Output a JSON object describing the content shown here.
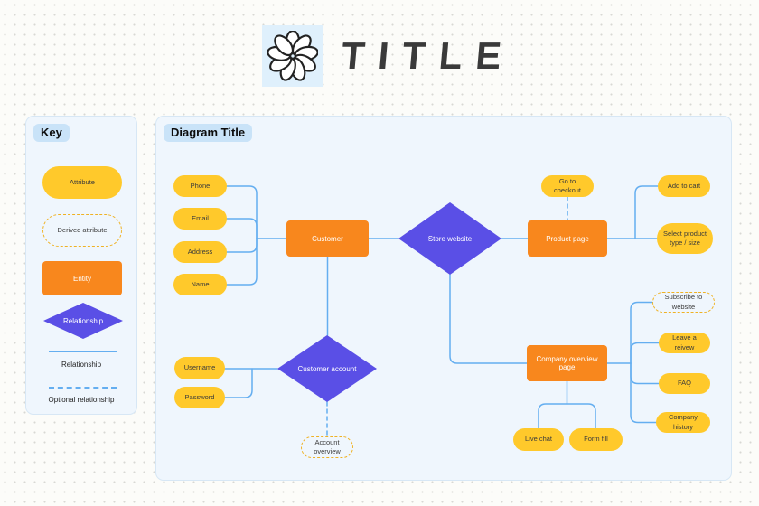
{
  "header": {
    "title": "TITLE",
    "icon": "flower-doodle"
  },
  "key_panel": {
    "heading": "Key",
    "attribute": "Attribute",
    "derived_attribute": "Derived attribute",
    "entity": "Entity",
    "relationship_diamond": "Relationship",
    "relationship_line": "Relationship",
    "optional_relationship_line": "Optional relationship"
  },
  "diagram": {
    "heading": "Diagram Title",
    "nodes": {
      "phone": "Phone",
      "email": "Email",
      "address": "Address",
      "name": "Name",
      "customer": "Customer",
      "store_website": "Store website",
      "go_to_checkout": "Go to checkout",
      "product_page": "Product page",
      "add_to_cart": "Add to cart",
      "select_product_type": "Select product type / size",
      "username": "Username",
      "password": "Password",
      "customer_account": "Customer account",
      "account_overview": "Account overview",
      "company_overview_page": "Company overview page",
      "subscribe_to_website": "Subscribe to website",
      "leave_a_review": "Leave a reivew",
      "faq": "FAQ",
      "company_history": "Company history",
      "live_chat": "Live chat",
      "form_fill": "Form fill"
    }
  },
  "colors": {
    "attribute_yellow": "#FFC92B",
    "entity_orange": "#F8871D",
    "relationship_purple": "#5A4FE6",
    "connector_blue": "#64AEF0",
    "panel_bg": "#EFF6FD",
    "chip_bg": "#C9E3F8"
  }
}
